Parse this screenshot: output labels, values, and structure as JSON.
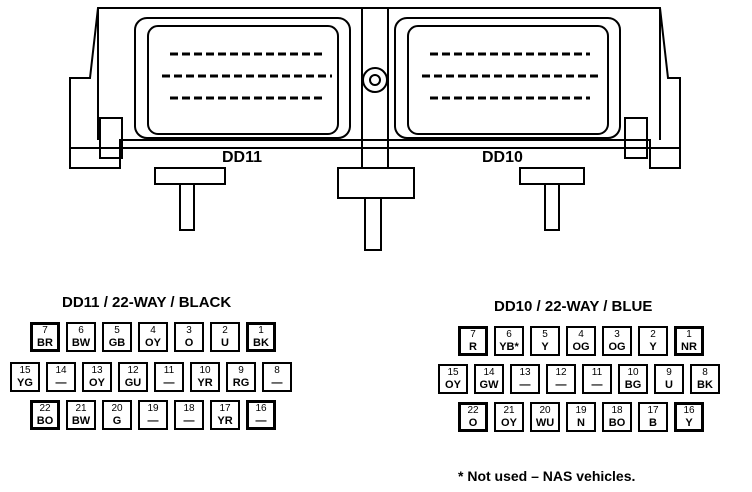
{
  "ecu": {
    "left_label": "DD11",
    "right_label": "DD10"
  },
  "dd11": {
    "title": "DD11 / 22-WAY / BLACK",
    "rows": [
      [
        {
          "n": "7",
          "c": "BR"
        },
        {
          "n": "6",
          "c": "BW"
        },
        {
          "n": "5",
          "c": "GB"
        },
        {
          "n": "4",
          "c": "OY"
        },
        {
          "n": "3",
          "c": "O"
        },
        {
          "n": "2",
          "c": "U"
        },
        {
          "n": "1",
          "c": "BK"
        }
      ],
      [
        {
          "n": "15",
          "c": "YG"
        },
        {
          "n": "14",
          "c": "—"
        },
        {
          "n": "13",
          "c": "OY"
        },
        {
          "n": "12",
          "c": "GU"
        },
        {
          "n": "11",
          "c": "—"
        },
        {
          "n": "10",
          "c": "YR"
        },
        {
          "n": "9",
          "c": "RG"
        },
        {
          "n": "8",
          "c": "—"
        }
      ],
      [
        {
          "n": "22",
          "c": "BO"
        },
        {
          "n": "21",
          "c": "BW"
        },
        {
          "n": "20",
          "c": "G"
        },
        {
          "n": "19",
          "c": "—"
        },
        {
          "n": "18",
          "c": "—"
        },
        {
          "n": "17",
          "c": "YR"
        },
        {
          "n": "16",
          "c": "—"
        }
      ]
    ]
  },
  "dd10": {
    "title": "DD10 / 22-WAY / BLUE",
    "rows": [
      [
        {
          "n": "7",
          "c": "R"
        },
        {
          "n": "6",
          "c": "YB*"
        },
        {
          "n": "5",
          "c": "Y"
        },
        {
          "n": "4",
          "c": "OG"
        },
        {
          "n": "3",
          "c": "OG"
        },
        {
          "n": "2",
          "c": "Y"
        },
        {
          "n": "1",
          "c": "NR"
        }
      ],
      [
        {
          "n": "15",
          "c": "OY"
        },
        {
          "n": "14",
          "c": "GW"
        },
        {
          "n": "13",
          "c": "—"
        },
        {
          "n": "12",
          "c": "—"
        },
        {
          "n": "11",
          "c": "—"
        },
        {
          "n": "10",
          "c": "BG"
        },
        {
          "n": "9",
          "c": "U"
        },
        {
          "n": "8",
          "c": "BK"
        }
      ],
      [
        {
          "n": "22",
          "c": "O"
        },
        {
          "n": "21",
          "c": "OY"
        },
        {
          "n": "20",
          "c": "WU"
        },
        {
          "n": "19",
          "c": "N"
        },
        {
          "n": "18",
          "c": "BO"
        },
        {
          "n": "17",
          "c": "B"
        },
        {
          "n": "16",
          "c": "Y"
        }
      ]
    ]
  },
  "note": "* Not used – NAS vehicles."
}
